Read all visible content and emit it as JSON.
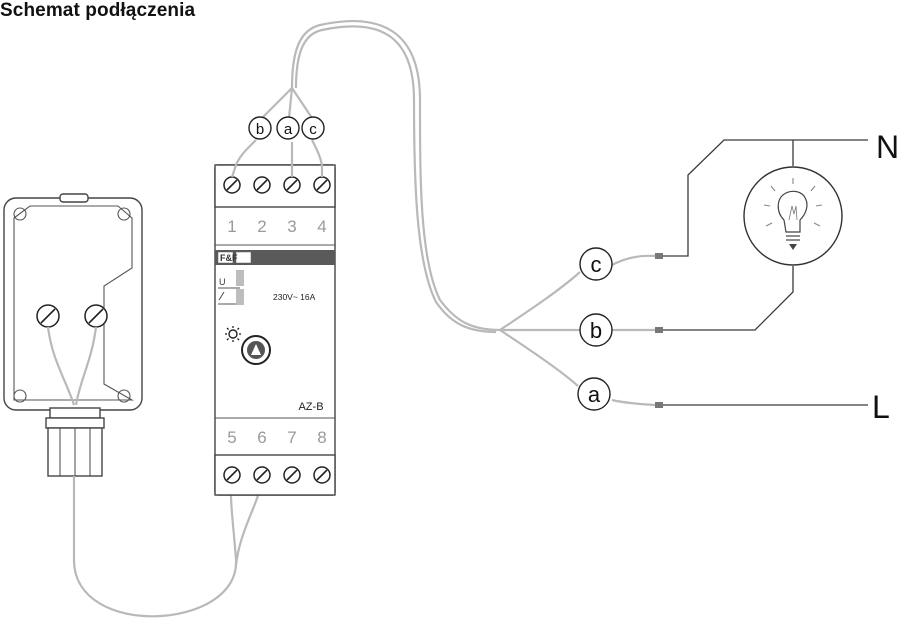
{
  "title": "Schemat podłączenia",
  "relay": {
    "brand": "F&F",
    "model": "AZ-B",
    "rating": "230V~  16A",
    "led_u": "U",
    "top_terminals": [
      "1",
      "2",
      "3",
      "4"
    ],
    "bottom_terminals": [
      "5",
      "6",
      "7",
      "8"
    ]
  },
  "wire_labels_top": [
    "b",
    "a",
    "c"
  ],
  "wire_labels_right": [
    "c",
    "b",
    "a"
  ],
  "supply": {
    "neutral": "N",
    "live": "L"
  }
}
